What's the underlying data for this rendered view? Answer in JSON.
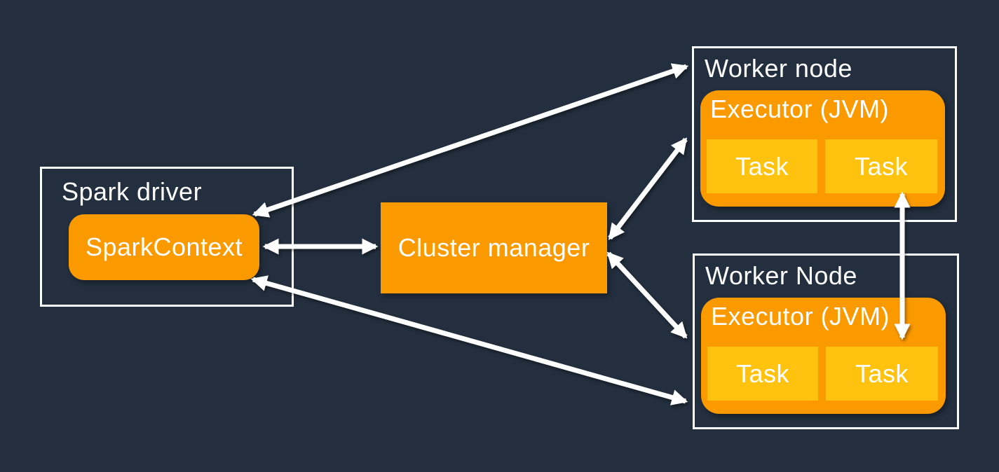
{
  "colors": {
    "background": "#232F3E",
    "orange": "#FB9900",
    "task_yellow": "#FFC20E",
    "outline": "#FFFFFF",
    "text": "#FFFFFF",
    "arrow": "#FFFFFF"
  },
  "spark_driver": {
    "label": "Spark driver",
    "spark_context_label": "SparkContext"
  },
  "cluster_manager": {
    "label": "Cluster manager"
  },
  "workers": [
    {
      "label": "Worker node",
      "executor_label": "Executor (JVM)",
      "tasks": [
        "Task",
        "Task"
      ]
    },
    {
      "label": "Worker Node",
      "executor_label": "Executor (JVM)",
      "tasks": [
        "Task",
        "Task"
      ]
    }
  ],
  "connections": [
    {
      "from": "spark-context",
      "to": "cluster-manager",
      "bidirectional": true
    },
    {
      "from": "spark-context",
      "to": "worker-node-1",
      "bidirectional": true
    },
    {
      "from": "spark-context",
      "to": "worker-node-2",
      "bidirectional": true
    },
    {
      "from": "cluster-manager",
      "to": "worker-node-1",
      "bidirectional": true
    },
    {
      "from": "cluster-manager",
      "to": "worker-node-2",
      "bidirectional": true
    },
    {
      "from": "worker-node-1-task-2",
      "to": "worker-node-2-task-2",
      "bidirectional": true
    }
  ]
}
